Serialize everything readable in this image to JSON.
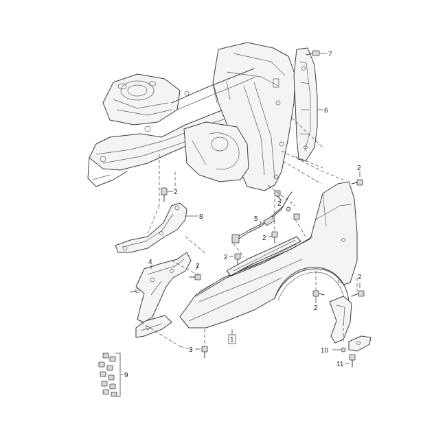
{
  "diagram": {
    "callouts": [
      {
        "id": "c1",
        "text": "1"
      },
      {
        "id": "c2a",
        "text": "2"
      },
      {
        "id": "c2b",
        "text": "2"
      },
      {
        "id": "c2c",
        "text": "2"
      },
      {
        "id": "c2d",
        "text": "2"
      },
      {
        "id": "c2e",
        "text": "2"
      },
      {
        "id": "c2f",
        "text": "2"
      },
      {
        "id": "c2g",
        "text": "2"
      },
      {
        "id": "c2h",
        "text": "2"
      },
      {
        "id": "c3",
        "text": "3"
      },
      {
        "id": "c4",
        "text": "4"
      },
      {
        "id": "c5",
        "text": "5"
      },
      {
        "id": "c6",
        "text": "6"
      },
      {
        "id": "c7",
        "text": "7"
      },
      {
        "id": "c8",
        "text": "8"
      },
      {
        "id": "c9",
        "text": "9"
      },
      {
        "id": "c10",
        "text": "10"
      },
      {
        "id": "c11",
        "text": "11"
      }
    ]
  }
}
